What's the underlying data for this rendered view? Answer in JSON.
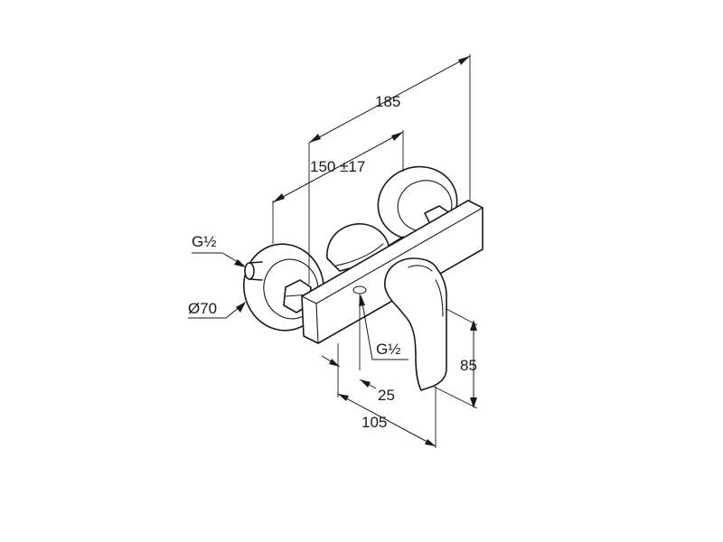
{
  "drawing": {
    "dimensions": {
      "overall_width": "185",
      "centers": "150 ±17",
      "thread_left": "G½",
      "rosette_diameter": "Ø70",
      "thread_outlet": "G½",
      "outlet_offset": "25",
      "depth": "105",
      "lever_height": "85"
    }
  }
}
